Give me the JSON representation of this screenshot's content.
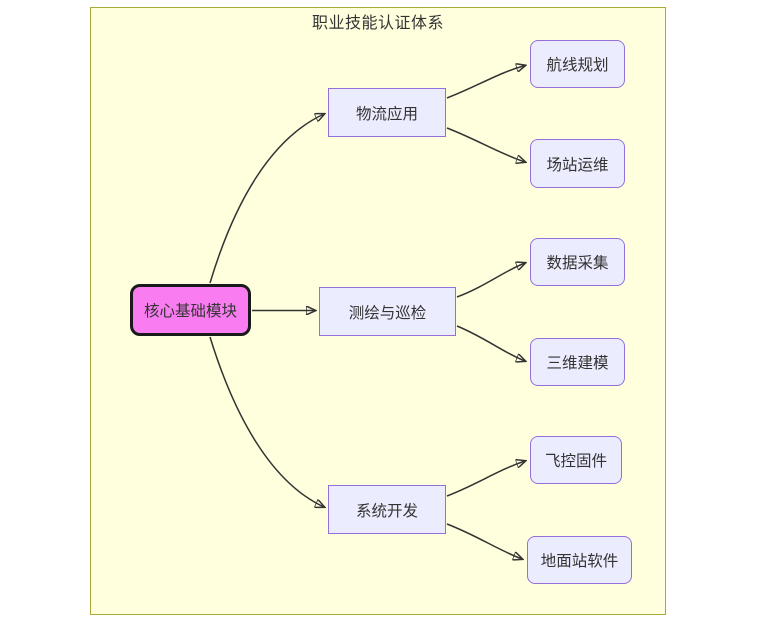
{
  "diagram": {
    "title": "职业技能认证体系",
    "root": {
      "label": "核心基础模块"
    },
    "branches": [
      {
        "label": "物流应用",
        "children": [
          {
            "label": "航线规划"
          },
          {
            "label": "场站运维"
          }
        ]
      },
      {
        "label": "测绘与巡检",
        "children": [
          {
            "label": "数据采集"
          },
          {
            "label": "三维建模"
          }
        ]
      },
      {
        "label": "系统开发",
        "children": [
          {
            "label": "飞控固件"
          },
          {
            "label": "地面站软件"
          }
        ]
      }
    ],
    "edges": [
      {
        "from": "核心基础模块",
        "to": "物流应用"
      },
      {
        "from": "核心基础模块",
        "to": "测绘与巡检"
      },
      {
        "from": "核心基础模块",
        "to": "系统开发"
      },
      {
        "from": "物流应用",
        "to": "航线规划"
      },
      {
        "from": "物流应用",
        "to": "场站运维"
      },
      {
        "from": "测绘与巡检",
        "to": "数据采集"
      },
      {
        "from": "测绘与巡检",
        "to": "三维建模"
      },
      {
        "from": "系统开发",
        "to": "飞控固件"
      },
      {
        "from": "系统开发",
        "to": "地面站软件"
      }
    ],
    "colors": {
      "canvas_bg": "#ffffde",
      "canvas_border": "#a9a935",
      "node_fill": "#ECECFF",
      "node_border": "#9370DB",
      "root_fill": "#f97cf1",
      "root_border": "#1a1a1a",
      "edge": "#333333",
      "text": "#333333"
    }
  }
}
